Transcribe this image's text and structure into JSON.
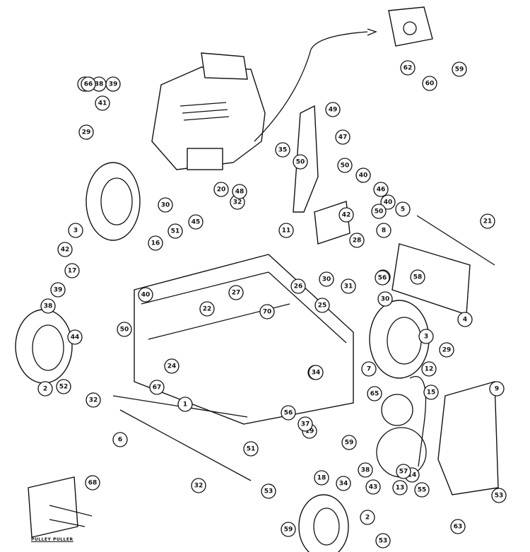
{
  "diagram": {
    "caption": "PULLEY PULLER",
    "callouts": [
      "1",
      "2",
      "2",
      "3",
      "3",
      "4",
      "5",
      "6",
      "7",
      "8",
      "9",
      "11",
      "12",
      "13",
      "14",
      "15",
      "16",
      "17",
      "18",
      "19",
      "20",
      "21",
      "22",
      "24",
      "25",
      "26",
      "27",
      "28",
      "29",
      "29",
      "30",
      "30",
      "30",
      "31",
      "32",
      "32",
      "32",
      "33",
      "34",
      "34",
      "35",
      "37",
      "37",
      "38",
      "38",
      "38",
      "39",
      "39",
      "40",
      "40",
      "40",
      "41",
      "42",
      "42",
      "43",
      "44",
      "45",
      "46",
      "47",
      "48",
      "49",
      "50",
      "50",
      "50",
      "50",
      "51",
      "51",
      "52",
      "53",
      "53",
      "53",
      "55",
      "55",
      "56",
      "56",
      "57",
      "58",
      "59",
      "59",
      "59",
      "60",
      "62",
      "63",
      "65",
      "66",
      "67",
      "68",
      "70",
      "71"
    ]
  }
}
